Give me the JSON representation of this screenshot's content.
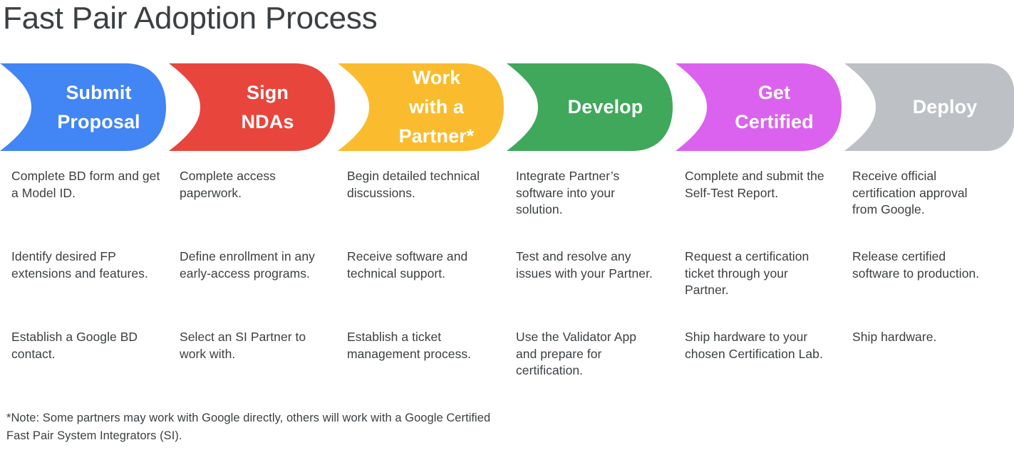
{
  "page": {
    "title": "Fast Pair Adoption Process",
    "title_color": "#3c4043",
    "background": "#ffffff",
    "body_text_color": "#3c4043"
  },
  "process": {
    "steps": [
      {
        "id": "submit-proposal",
        "label": "Submit\nProposal",
        "label_line1": "Submit",
        "label_line2": "Proposal",
        "color": "#4285F4",
        "color_name": "google-blue",
        "label_color": "#ffffff",
        "bullets": [
          "Complete BD form and get a Model ID.",
          "Identify desired FP extensions and features.",
          "Establish a Google BD contact."
        ]
      },
      {
        "id": "sign-ndas",
        "label": "Sign\nNDAs",
        "label_line1": "Sign",
        "label_line2": "NDAs",
        "color": "#E8453C",
        "color_name": "google-red",
        "label_color": "#ffffff",
        "bullets": [
          "Complete access paperwork.",
          "Define enrollment in any early-access programs.",
          "Select an SI Partner to work with."
        ]
      },
      {
        "id": "work-with-a-partner",
        "label": "Work\nwith a\nPartner*",
        "label_line1": "Work",
        "label_line2": "with a",
        "label_line3": "Partner*",
        "color": "#FABC2E",
        "color_name": "google-yellow",
        "label_color": "#ffffff",
        "bullets": [
          "Begin detailed technical discussions.",
          "Receive software and technical support.",
          "Establish a ticket management process."
        ]
      },
      {
        "id": "develop",
        "label": "Develop",
        "label_line1": "Develop",
        "color": "#40A85B",
        "color_name": "google-green",
        "label_color": "#ffffff",
        "bullets": [
          "Integrate Partner’s software into your solution.",
          "Test and resolve any issues with your Partner.",
          "Use the Validator App and prepare for certification."
        ]
      },
      {
        "id": "get-certified",
        "label": "Get\nCertified",
        "label_line1": "Get",
        "label_line2": "Certified",
        "color": "#DB62EE",
        "color_name": "magenta",
        "label_color": "#ffffff",
        "bullets": [
          "Complete and submit the Self-Test Report.",
          "Request a certification ticket through your Partner.",
          "Ship hardware to your chosen Certification Lab."
        ]
      },
      {
        "id": "deploy",
        "label": "Deploy",
        "label_line1": "Deploy",
        "color": "#BDC1C6",
        "color_name": "grey",
        "label_color": "#ffffff",
        "bullets": [
          "Receive official certification approval from Google.",
          "Release certified software to production.",
          "Ship hardware."
        ]
      }
    ]
  },
  "footnote": {
    "text": "*Note: Some partners may work with Google directly, others will work with a Google Certified Fast Pair System Integrators (SI)."
  }
}
